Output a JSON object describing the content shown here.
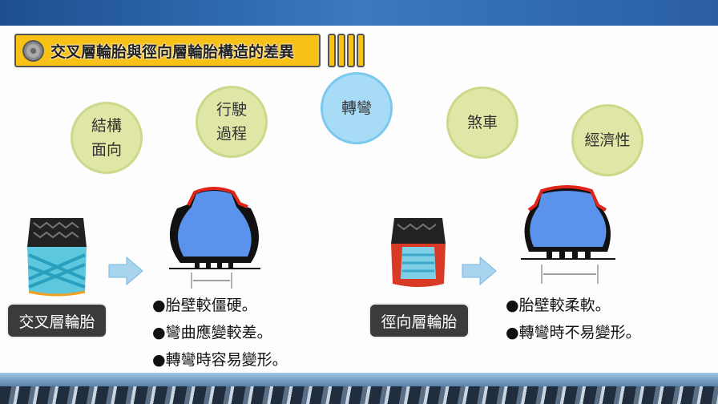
{
  "title": "交叉層輪胎與徑向層輪胎構造的差異",
  "topics": [
    {
      "label": "結構\n面向",
      "l1": "結構",
      "l2": "面向"
    },
    {
      "l1": "行駛",
      "l2": "過程"
    },
    {
      "l1": "轉彎",
      "l2": ""
    },
    {
      "l1": "煞車",
      "l2": ""
    },
    {
      "l1": "經濟性",
      "l2": ""
    }
  ],
  "bias": {
    "label": "交叉層輪胎",
    "points": [
      "●胎壁較僵硬。",
      "●彎曲應變較差。",
      "●轉彎時容易變形。"
    ]
  },
  "radial": {
    "label": "徑向層輪胎",
    "points": [
      "●胎壁較柔軟。",
      "●轉彎時不易變形。"
    ]
  }
}
